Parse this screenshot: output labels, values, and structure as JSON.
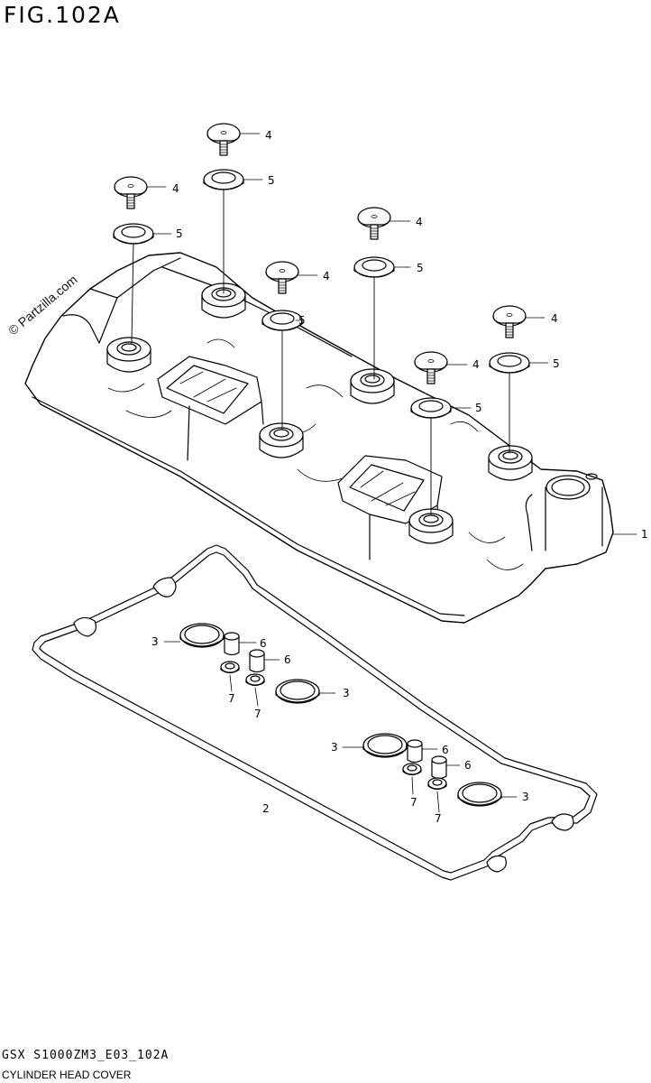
{
  "figure": {
    "title": "FIG.102A"
  },
  "watermark": {
    "text": "© Partzilla.com"
  },
  "footer": {
    "code": "GSX S1000ZM3_E03_102A",
    "caption": "CYLINDER HEAD COVER"
  },
  "callouts": {
    "c1": "1",
    "c2": "2",
    "c3a": "3",
    "c3b": "3",
    "c3c": "3",
    "c3d": "3",
    "c4a": "4",
    "c4b": "4",
    "c4c": "4",
    "c4d": "4",
    "c4e": "4",
    "c4f": "4",
    "c5a": "5",
    "c5b": "5",
    "c5c": "5",
    "c5d": "5",
    "c5e": "5",
    "c5f": "5",
    "c6a": "6",
    "c6b": "6",
    "c6c": "6",
    "c6d": "6",
    "c7a": "7",
    "c7b": "7",
    "c7c": "7",
    "c7d": "7"
  }
}
